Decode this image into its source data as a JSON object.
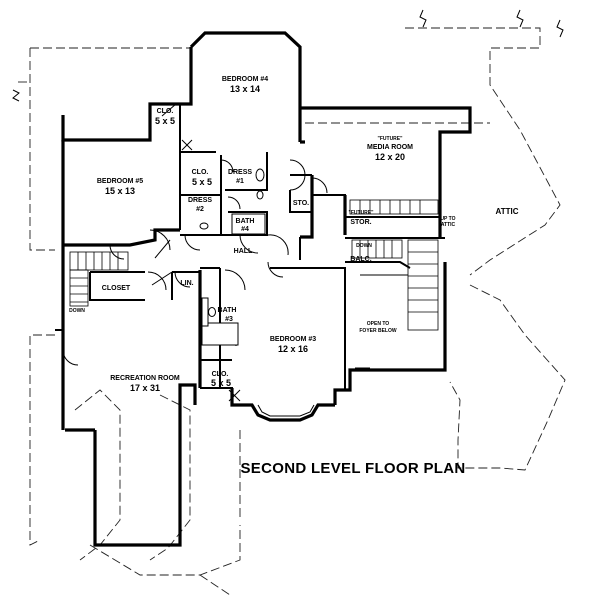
{
  "plan_title": "SECOND LEVEL FLOOR PLAN",
  "rooms": {
    "bedroom4": {
      "name": "BEDROOM #4",
      "size": "13 x 14"
    },
    "clo1": {
      "name": "CLO.",
      "size": "5 x 5"
    },
    "bedroom5": {
      "name": "BEDROOM #5",
      "size": "15 x 13"
    },
    "clo2": {
      "name": "CLO.",
      "size": "5 x 5"
    },
    "dress1": {
      "name": "DRESS",
      "num": "#1"
    },
    "dress2": {
      "name": "DRESS",
      "num": "#2"
    },
    "bath4": {
      "name": "BATH",
      "num": "#4"
    },
    "sto": {
      "name": "STO."
    },
    "media": {
      "tag": "\"FUTURE\"",
      "name": "MEDIA ROOM",
      "size": "12 x 20"
    },
    "future_stor": {
      "tag": "\"FUTURE\"",
      "name": "STOR."
    },
    "attic": {
      "name": "ATTIC"
    },
    "hall": {
      "name": "HALL"
    },
    "balc": {
      "name": "BALC."
    },
    "closet": {
      "name": "CLOSET"
    },
    "lin": {
      "name": "LIN."
    },
    "bath3": {
      "name": "BATH",
      "num": "#3"
    },
    "bedroom3": {
      "name": "BEDROOM #3",
      "size": "12 x 16"
    },
    "open_foyer": {
      "line1": "OPEN TO",
      "line2": "FOYER BELOW"
    },
    "clo3": {
      "name": "CLO.",
      "size": "5 x 5"
    },
    "recreation": {
      "name": "RECREATION ROOM",
      "size": "17 x 31"
    }
  },
  "notes": {
    "up_to_attic_1": "UP TO",
    "up_to_attic_2": "ATTIC",
    "down_left": "DOWN",
    "down_right": "DOWN"
  }
}
